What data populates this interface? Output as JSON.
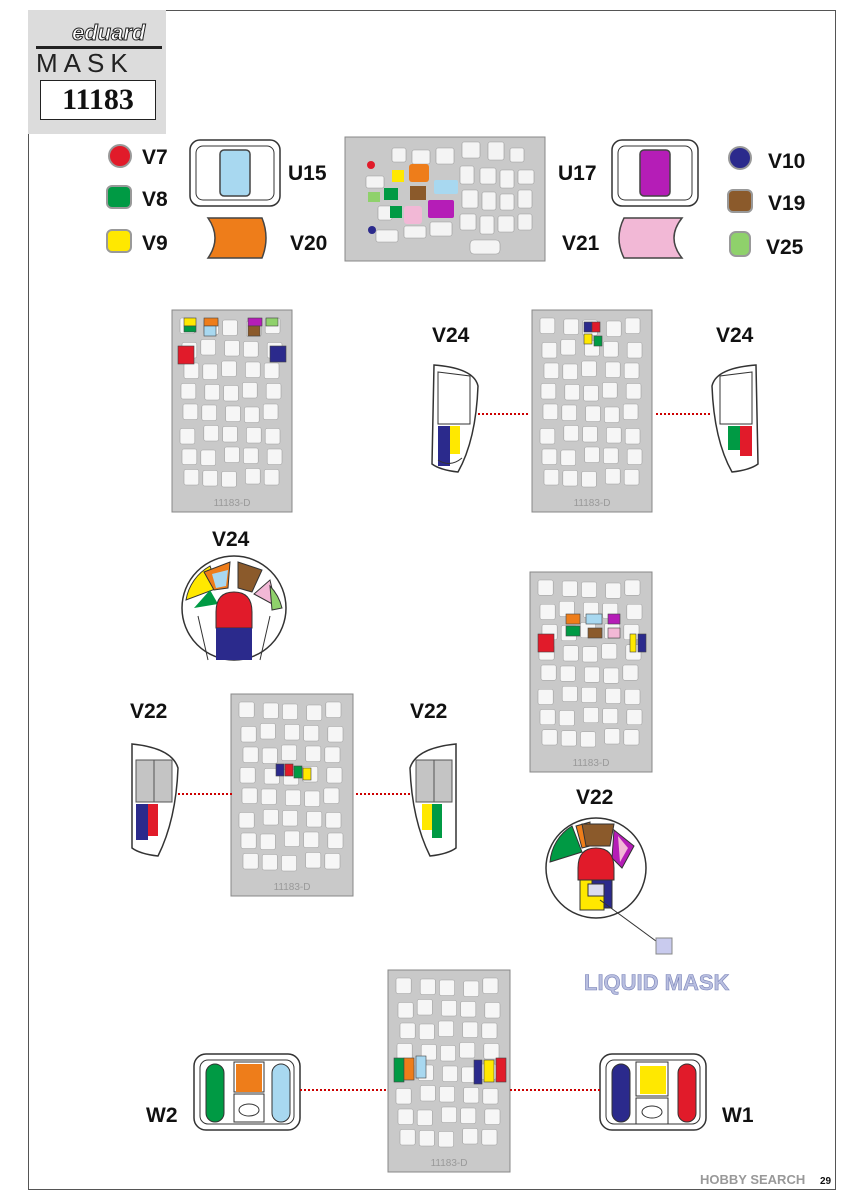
{
  "brand": {
    "line1": "eduard",
    "line2": "MASK",
    "number": "11183"
  },
  "legend": [
    {
      "code": "V7",
      "color": "#e11b2a"
    },
    {
      "code": "V8",
      "color": "#009a44"
    },
    {
      "code": "V9",
      "color": "#ffe800"
    },
    {
      "code": "V10",
      "color": "#2b2a8c"
    },
    {
      "code": "V19",
      "color": "#8b5a2b"
    },
    {
      "code": "V25",
      "color": "#8fd16b"
    }
  ],
  "masks": {
    "u15": "U15",
    "u17": "U17",
    "v20": "V20",
    "v21": "V21",
    "u15_color": "#a8d8f0",
    "u17_color": "#b51db7",
    "v20_color": "#ee7d1a",
    "v21_color": "#f2b8d6"
  },
  "labels": {
    "v24_left": "V24",
    "v24_right": "V24",
    "v24_mid": "V24",
    "v22_left": "V22",
    "v22_right": "V22",
    "v22_mid": "V22",
    "w2": "W2",
    "w1": "W1"
  },
  "sheet_code": "11183-D",
  "liquid_mask": "LIQUID MASK",
  "watermark": "HOBBY SEARCH",
  "page_number": "29"
}
